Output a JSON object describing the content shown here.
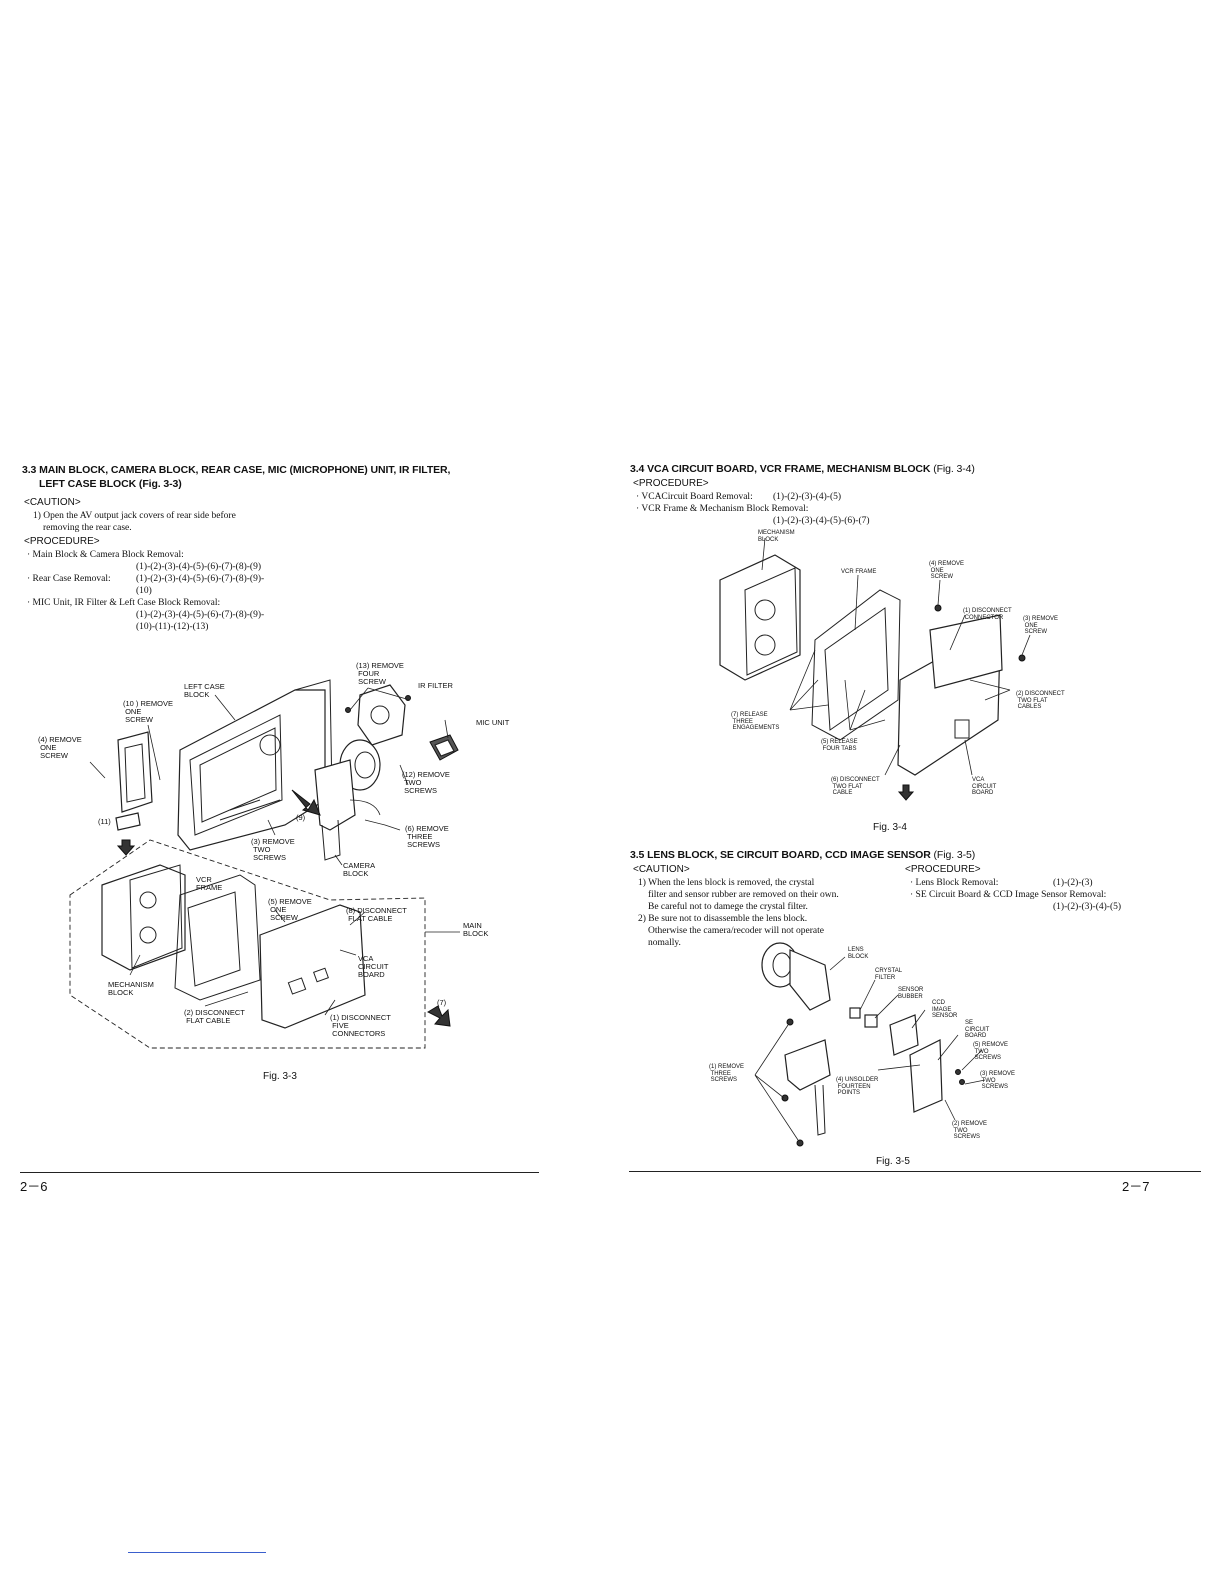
{
  "left": {
    "heading_line1": "3.3 MAIN BLOCK, CAMERA BLOCK, REAR CASE, MIC (MICROPHONE) UNIT, IR FILTER,",
    "heading_line2": "LEFT CASE BLOCK",
    "heading_fig": "(Fig. 3-3)",
    "caution_title": "<CAUTION>",
    "caution_line1": "1) Open the AV output jack covers of rear side before",
    "caution_line2": "removing the rear case.",
    "procedure_title": "<PROCEDURE>",
    "proc1_title": "· Main Block & Camera Block Removal:",
    "proc1_steps": "(1)-(2)-(3)-(4)-(5)-(6)-(7)-(8)-(9)",
    "proc2_title": "· Rear Case Removal:",
    "proc2_steps": "(1)-(2)-(3)-(4)-(5)-(6)-(7)-(8)-(9)-",
    "proc2_steps2": "(10)",
    "proc3_title": "· MIC Unit, IR Filter & Left Case Block Removal:",
    "proc3_steps": "(1)-(2)-(3)-(4)-(5)-(6)-(7)-(8)-(9)-",
    "proc3_steps2": "(10)-(11)-(12)-(13)",
    "fig_labels": {
      "l13": "(13) REMOVE\n FOUR\n SCREW",
      "ir": "IR FILTER",
      "leftcase": "LEFT CASE\nBLOCK",
      "l10": "(10 ) REMOVE\n ONE\n SCREW",
      "mic": "MIC UNIT",
      "l4": "(4) REMOVE\n ONE\n SCREW",
      "l12": "(12) REMOVE\n TWO\n SCREWS",
      "l9": "(9)",
      "l11": "(11)",
      "l6": "(6) REMOVE\n THREE\n SCREWS",
      "l3": "(3) REMOVE\n TWO\n SCREWS",
      "camera": "CAMERA\nBLOCK",
      "vcr": "VCR\nFRAME",
      "l5": "(5) REMOVE\n ONE\n SCREW",
      "l8": "(8) DISCONNECT\n FLAT CABLE",
      "main": "MAIN\nBLOCK",
      "vca": "VCA\nCIRCUIT\nBOARD",
      "mech": "MECHANISM\nBLOCK",
      "l7": "(7)",
      "l2": "(2) DISCONNECT\n FLAT CABLE",
      "l1": "(1) DISCONNECT\n FIVE\n CONNECTORS"
    },
    "fig_caption": "Fig. 3-3",
    "page_number": "2－6"
  },
  "right": {
    "heading34": "3.4 VCA CIRCUIT BOARD, VCR FRAME, MECHANISM BLOCK",
    "heading34_fig": "(Fig. 3-4)",
    "procedure34_title": "<PROCEDURE>",
    "p34_1_title": "· VCACircuit Board Removal:",
    "p34_1_steps": "(1)-(2)-(3)-(4)-(5)",
    "p34_2_title": "· VCR Frame & Mechanism Block Removal:",
    "p34_2_steps": "(1)-(2)-(3)-(4)-(5)-(6)-(7)",
    "fig34_labels": {
      "mech": "MECHANISM\nBLOCK",
      "vcrframe": "VCR FRAME",
      "l4": "(4) REMOVE\n ONE\n SCREW",
      "l1": "(1) DISCONNECT\n CONNECTOR",
      "l3": "(3) REMOVE\n ONE\n SCREW",
      "l2": "(2) DISCONNECT\n TWO FLAT\n CABLES",
      "l7": "(7) RELEASE\n THREE\n ENGAGEMENTS",
      "l5": "(5) RELEASE\n FOUR TABS",
      "l6": "(6) DISCONNECT\n TWO FLAT\n CABLE",
      "vca": "VCA\nCIRCUIT\nBOARD"
    },
    "fig34_caption": "Fig. 3-4",
    "heading35": "3.5 LENS BLOCK, SE CIRCUIT BOARD, CCD IMAGE SENSOR",
    "heading35_fig": "(Fig. 3-5)",
    "caution35_title": "<CAUTION>",
    "c35_1": "1) When the lens block is removed, the crystal",
    "c35_2": "filter and sensor rubber are removed on their own.",
    "c35_3": "Be careful not to damege the crystal filter.",
    "c35_4": "2) Be sure not to disassemble the lens block.",
    "c35_5": "Otherwise the camera/recoder will not operate",
    "c35_6": "nomally.",
    "procedure35_title": "<PROCEDURE>",
    "p35_1_title": "· Lens Block Removal:",
    "p35_1_steps": "(1)-(2)-(3)",
    "p35_2_title": "· SE Circuit Board & CCD Image Sensor Removal:",
    "p35_2_steps": "(1)-(2)-(3)-(4)-(5)",
    "fig35_labels": {
      "lens": "LENS\nBLOCK",
      "crystal": "CRYSTAL\nFILTER",
      "rubber": "SENSOR\nBUBBER",
      "ccd": "CCD\nIMAGE\nSENSOR",
      "se": "SE\nCIRCUIT\nBOARD",
      "l5": "(5) REMOVE\n TWO\n SCREWS",
      "l1": "(1) REMOVE\n THREE\n SCREWS",
      "l4": "(4) UNSOLDER\n FOURTEEN\n POINTS",
      "l3": "(3) REMOVE\n TWO\n SCREWS",
      "l2": "(2) REMOVE\n TWO\n SCREWS"
    },
    "fig35_caption": "Fig. 3-5",
    "page_number": "2－7"
  }
}
